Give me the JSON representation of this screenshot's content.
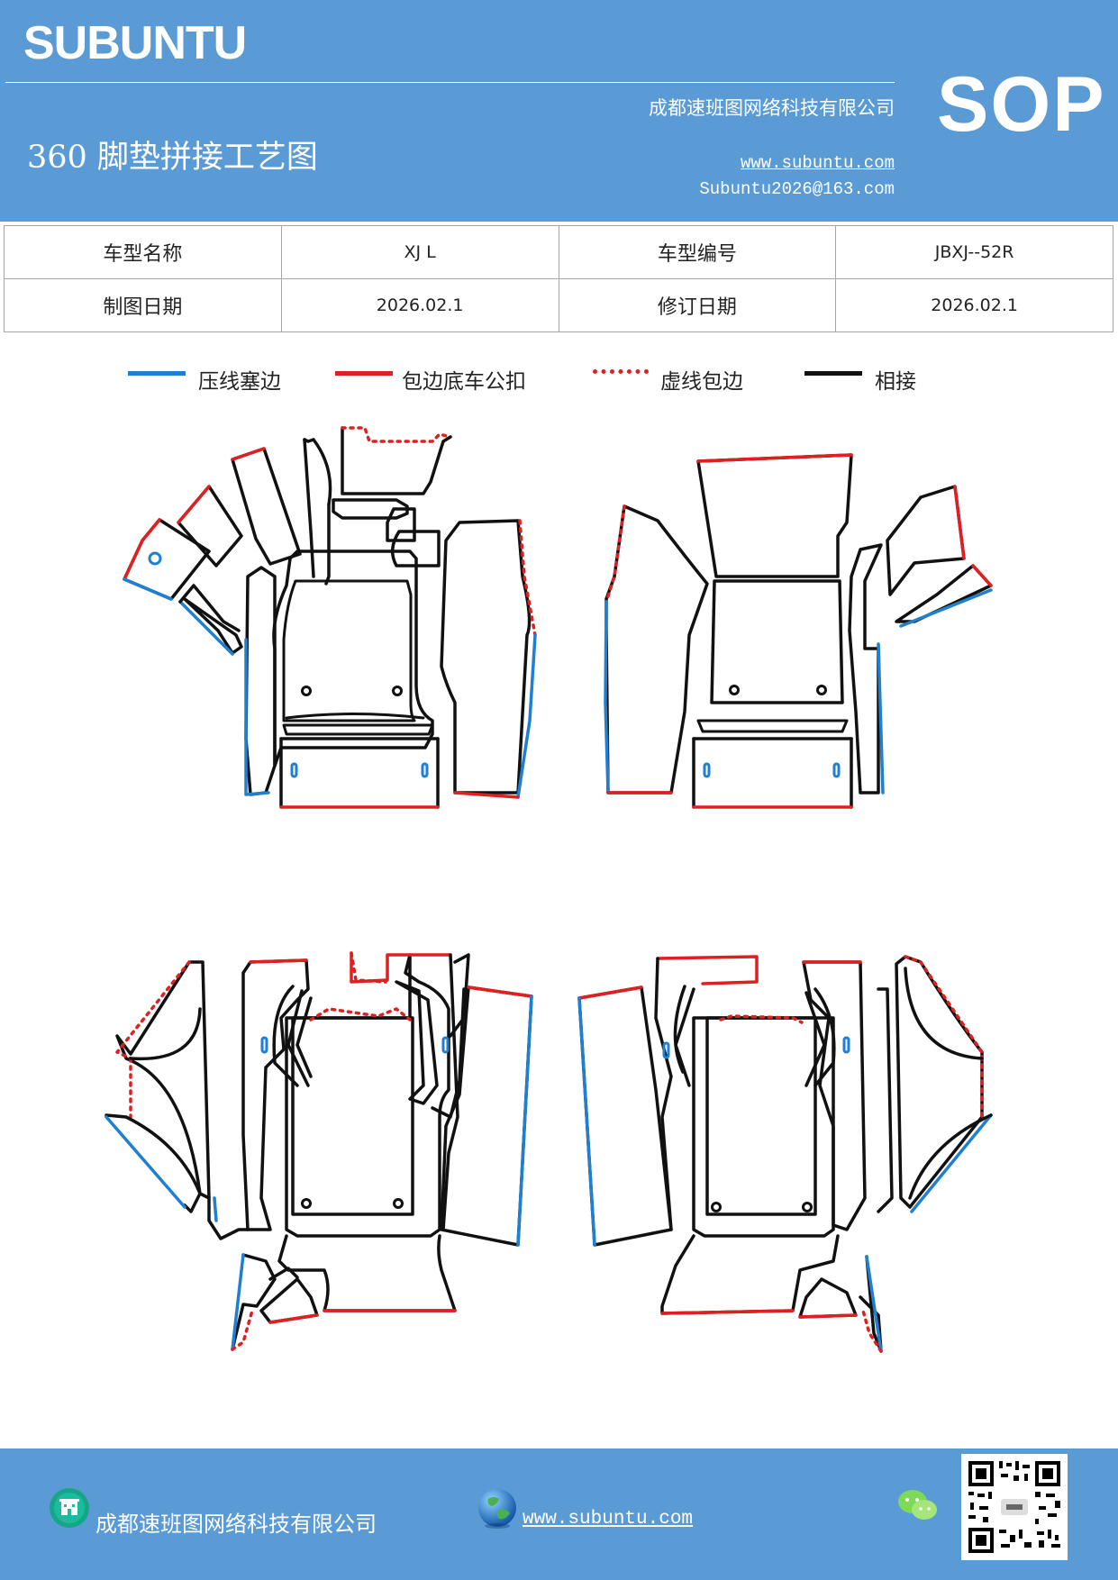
{
  "header": {
    "brand": "SUBUNTU",
    "company": "成都速班图网络科技有限公司",
    "title": "360 脚垫拼接工艺图",
    "website": "www.subuntu.com",
    "email": "Subuntu2026@163.com",
    "badge": "SOP"
  },
  "info_table": {
    "model_name_label": "车型名称",
    "model_name_value": "XJ L",
    "model_code_label": "车型编号",
    "model_code_value": "JBXJ--52R",
    "draw_date_label": "制图日期",
    "draw_date_value": "2026.02.1",
    "revise_date_label": "修订日期",
    "revise_date_value": "2026.02.1"
  },
  "legend": [
    {
      "label": "压线塞边",
      "color": "#1f7fd0",
      "style": "solid"
    },
    {
      "label": "包边底车公扣",
      "color": "#e02020",
      "style": "solid"
    },
    {
      "label": "虚线包边",
      "color": "#e02020",
      "style": "dotted"
    },
    {
      "label": "相接",
      "color": "#111111",
      "style": "solid"
    }
  ],
  "colors": {
    "header_bg": "#5b9bd5",
    "blue_edge": "#1f7fd0",
    "red_edge": "#e02020",
    "black_edge": "#111111"
  },
  "footer": {
    "company": "成都速班图网络科技有限公司",
    "website": "www.subuntu.com ",
    "icons": [
      "building-icon",
      "globe-icon",
      "wechat-icon",
      "qr-code"
    ]
  }
}
